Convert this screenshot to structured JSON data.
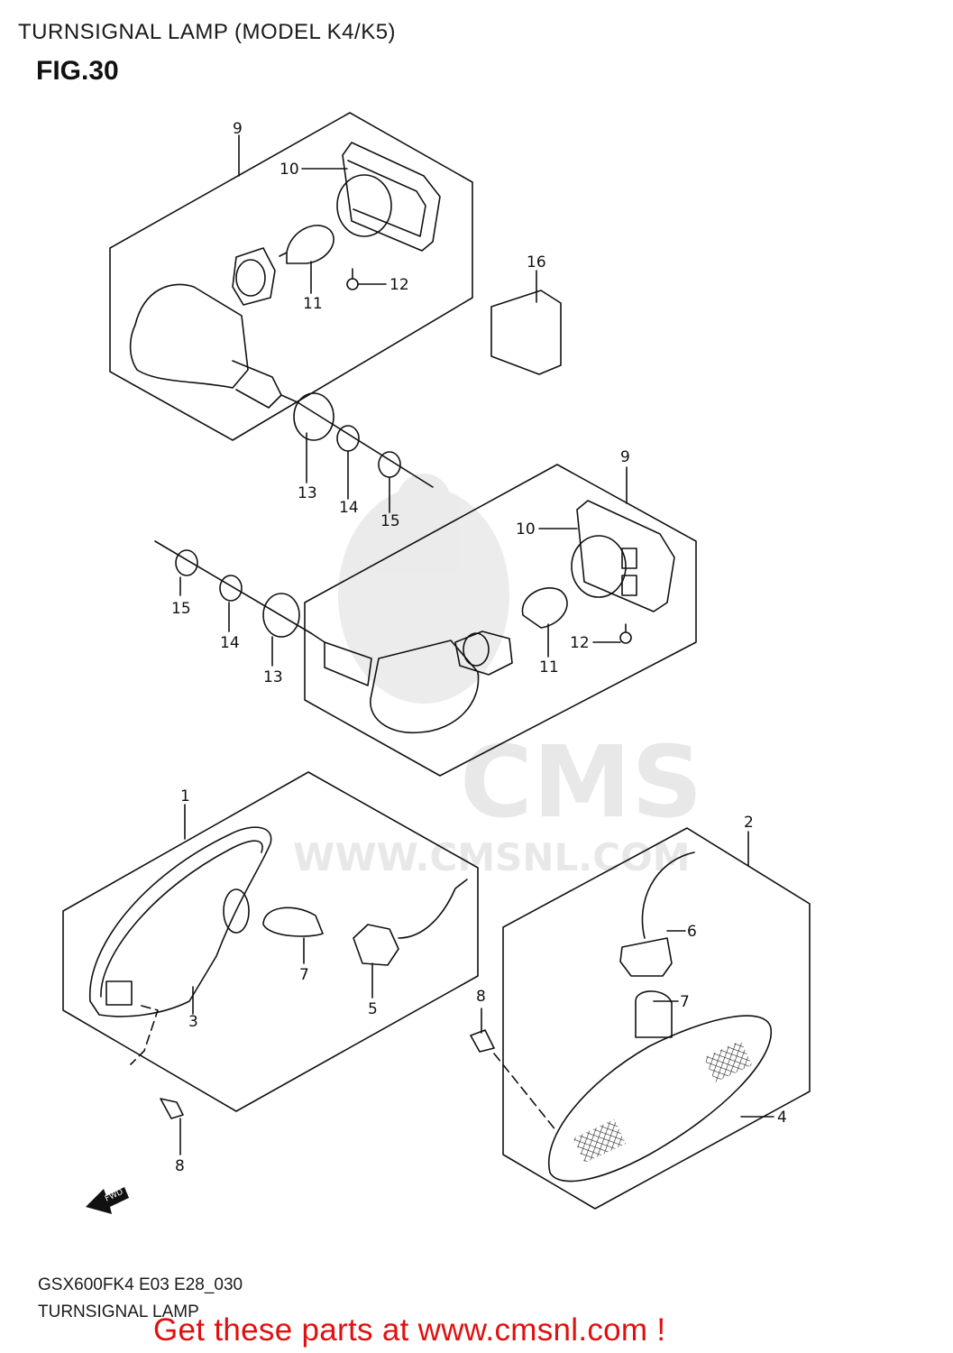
{
  "header": {
    "title": "TURNSIGNAL LAMP (MODEL K4/K5)",
    "figure": "FIG.30"
  },
  "footer": {
    "code": "GSX600FK4 E03 E28_030",
    "name": "TURNSIGNAL LAMP",
    "promo": "Get these parts at www.cmsnl.com !"
  },
  "watermark": {
    "brand": "CMS",
    "url": "WWW.CMSNL.COM"
  },
  "fwd_label": "FWD",
  "callouts": [
    {
      "id": "c9a",
      "label": "9"
    },
    {
      "id": "c10a",
      "label": "10"
    },
    {
      "id": "c11a",
      "label": "11"
    },
    {
      "id": "c12a",
      "label": "12"
    },
    {
      "id": "c16",
      "label": "16"
    },
    {
      "id": "c13a",
      "label": "13"
    },
    {
      "id": "c14a",
      "label": "14"
    },
    {
      "id": "c15a",
      "label": "15"
    },
    {
      "id": "c9b",
      "label": "9"
    },
    {
      "id": "c10b",
      "label": "10"
    },
    {
      "id": "c15b",
      "label": "15"
    },
    {
      "id": "c14b",
      "label": "14"
    },
    {
      "id": "c13b",
      "label": "13"
    },
    {
      "id": "c12b",
      "label": "12"
    },
    {
      "id": "c11b",
      "label": "11"
    },
    {
      "id": "c1",
      "label": "1"
    },
    {
      "id": "c2",
      "label": "2"
    },
    {
      "id": "c6",
      "label": "6"
    },
    {
      "id": "c7a",
      "label": "7"
    },
    {
      "id": "c5",
      "label": "5"
    },
    {
      "id": "c3",
      "label": "3"
    },
    {
      "id": "c8a",
      "label": "8"
    },
    {
      "id": "c7b",
      "label": "7"
    },
    {
      "id": "c4",
      "label": "4"
    },
    {
      "id": "c8b",
      "label": "8"
    }
  ]
}
